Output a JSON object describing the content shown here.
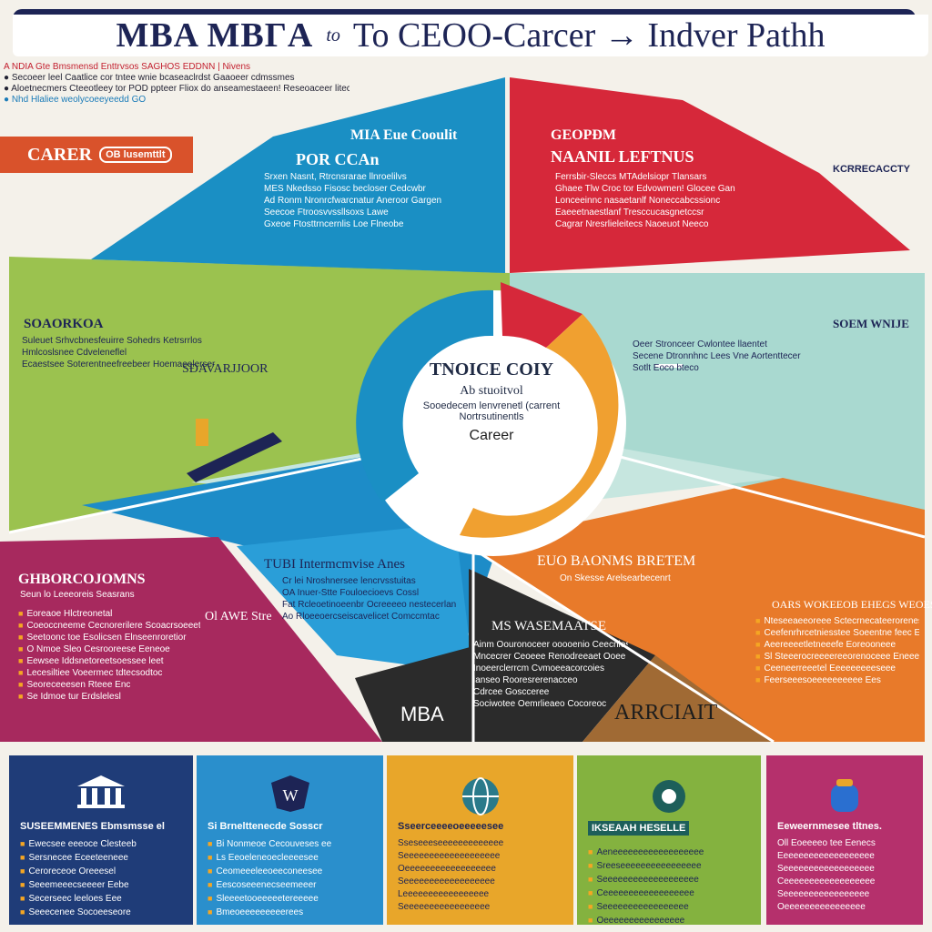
{
  "header": {
    "title_left": "MBA MBΓA",
    "title_mid": "to",
    "title_right": "To CEOO-Carcer → Indver Pathh"
  },
  "intro": {
    "lines": [
      "A NDIA Gte  Bmsmensd Enttrvsos   SAGHOS EDDNN | Nivens",
      "●  Secoeer leel Caatlice cor tntee wnie bcaseaclrdst Gaaoeer cdmssmes",
      "●  Aloetnecmers Cteeotleey tor POD ppteer Fliox do anseamestaeen! Reseoaceer litec",
      "●  Nhd Hlaliee weolycoeeyeedd GO"
    ]
  },
  "career_tag": {
    "label": "CARER",
    "badge": "OB lusemttlt"
  },
  "segments": {
    "blue_top": {
      "title": "MIA Eue Cooulit",
      "subtitle": "POR CCAn",
      "lines": [
        "Srxen Nasnt, Rtrcnsrarae llnroelilvs",
        "MES  Nkedsso  Fisosc becloser Cedcwbr",
        "Ad Ronm Nronrcfwarcnatur Aneroor Gargen",
        "Seecoe Ftroosvvssllsoxs Lawe",
        "Gxeoe Ftosttrncernlis Loe Flneobe"
      ]
    },
    "red_top": {
      "title": "GEOPÐM",
      "subtitle": "NAANIL LEFTNUS",
      "lines": [
        "Ferrsbir-Sleccs MTAdelsiopr Tlansars",
        "Ghaee Tlw Croc tor Edvowmen! Glocee Gan",
        "Lonceeinnc nasaetanlf Noneccabcssionc",
        "Eaeeetnaestlanf Tresccucasgnetccsr",
        "Cagrar Nresrlieleitecs Naoeuot Neeco"
      ],
      "side_tag": "KCRRECACCTY"
    },
    "green_left": {
      "title": "SOAORKOA",
      "lines": [
        "Suleuet Srhvcbnesfeuirre Sohedrs Ketrsrrlos",
        "Hmlcoslsnee Cdveleneflel",
        "Ecaestsee Soterentneefreebeer Hoemaeelerser"
      ],
      "footer": "SÐAVARJJOOR"
    },
    "teal_right": {
      "title": "SOEM WNIJE",
      "lines": [
        "Oeer Stronceer Cwlontee llaentet",
        "Secene Dtronnhnc Lees Vne Aortenttecer",
        "Sotlt Eoco bteco"
      ]
    },
    "center": {
      "heading": "TNOICE COIY",
      "sub": "Ab stuoitvol",
      "line1": "Sooedecem lenvrenetl (carrent",
      "line2": "Nortrsutinentls",
      "label": "Career"
    },
    "blue_mid": {
      "title": "TUBI  Intermcmvise Anes",
      "lines": [
        "Cr  lei Nroshnersee lencrvsstuitas",
        "OA  Inuer-Stte  Fouloecioevs Cossl",
        "Fat Rcleoetinoeenbr Ocreeeeo nestecerlan",
        "Ao  Rloeeoercseiscavelicet Comccmtac"
      ],
      "sub": "Ol AWE Stre"
    },
    "magenta_left": {
      "title": "GHBORCOJOMNS",
      "subtitle": "Seun lo Leeeoreis Seasrans",
      "lines": [
        "Eoreaoe Hlctreonetal",
        "Coeoccneeme Cecnorerilere Scoacrsoeeetog",
        "Seetoonc toe Esolicsen Elnseenroretior",
        "O Nmoe Sleo Cesrooreese Eeneoe",
        "Eewsee Iddsnetoreetsoessee leet",
        "Lecesiltiee Voeermec tdtecsodtoc",
        "Seoreceeesen Rteee Enc",
        "Se Idmoe tur Erdslelesl"
      ]
    },
    "black_center": {
      "title": "MS WASEMAATSE",
      "lines": [
        "Ainm Oouronoceer   ooooenio Ceecnles",
        "Mncecrer Ceoeee Renodreeaet Ooee",
        "Inoeerclerrcm Cvmoeeacorcoies",
        "lanseo Rooresrerenacceo",
        "Cdrcee Goscceree",
        "Sociwotee Oemrlieaeo Cocoreoc"
      ],
      "label": "MBA"
    },
    "orange_right": {
      "title": "EUO  BAONMS BRETEM",
      "subtitle": "On  Skesse Arelsearbecenrt",
      "side_title": "OARS WOKEEOB EHEGS WEOESERSS",
      "lines": [
        "Nteseeaeeoreee Sctecrnecateerorenesrec",
        "Ceefenrhrcetniesstee Soeentne feec Ebe",
        "Aeereeeetletneeefe Eoreooneee",
        "Sl Steeerocreeeereeorenoceee Eneee",
        "Ceeneerreeetel Eeeeeeeeeseee",
        "Feerseeesoeeeeeeeeee Ees"
      ]
    },
    "brown_bottom": {
      "label": "ARRCIAIT"
    }
  },
  "cards": [
    {
      "color": "#1f3c78",
      "title": "SUSEEMMENES Ebmsmsse el",
      "lines": [
        "Ewecsee eeeoce Clesteeb",
        "Sersnecee Eceeteeneee",
        "Ceroreceoe Oreeesel",
        "Seeemeeecseeeer Eebe",
        "Secerseec leeloes Eee",
        "Seeecenee Socoeeseore"
      ]
    },
    {
      "color": "#2a8fcc",
      "title": "Si Brnelttenecde Sosscr",
      "lines": [
        "Bi Nonmeoe Cecouveses ee",
        "Ls Eeoeleneoecleeeesee",
        "Ceomeeeleeoeeconeesee",
        "Eescoseeenecseemeeer",
        "Sleeeetooeeeeetereeeee",
        "Bmeoeeeeeeeeerees"
      ]
    },
    {
      "color": "#e8a62a",
      "title": "Sseerceeeeoeeeeesee",
      "lines": [
        "Sseseeeseeeeeeeeeeeee",
        "Seeeeeeeeeeeeeeeeeee",
        "Oeeeeeeeeeeeeeeeeee",
        "Seeeeeeeeeeeeeeeeee",
        "Leeeeeeeeeeeeeeeee",
        "Seeeeeeeeeeeeeeeee"
      ]
    },
    {
      "color": "#84b23f",
      "title": "IKSEAAH HESELLE",
      "lines": [
        "Aeneeeeeeeeeeeeeeeeee",
        "Sreeseeeeeeeeeeeeeeee",
        "Seeeeeeeeeeeeeeeeeee",
        "Ceeeeeeeeeeeeeeeeee",
        "Seeeeeeeeeeeeeeeee",
        "Oeeeeeeeeeeeeeeee"
      ]
    },
    {
      "color": "#b5306c",
      "title": "Eeweernmesee tltnes.",
      "lines": [
        "Oll Eoeeeeo tee Eenecs",
        "Eeeeeeeeeeeeeeeeeee",
        "Seeeeeeeeeeeeeeeeee",
        "Ceeeeeeeeeeeeeeeeee",
        "Seeeeeeeeeeeeeeeee",
        "Oeeeeeeeeeeeeeeee"
      ]
    }
  ],
  "colors": {
    "blue": "#1a8fc4",
    "red": "#d6283a",
    "green": "#9bc24f",
    "teal": "#a8d8cf",
    "magenta": "#a7295e",
    "orange": "#e87a2a",
    "dark": "#2b2b2b",
    "brown": "#a06a34",
    "navy": "#1d2455"
  },
  "icons": [
    "building-icon",
    "shield-icon",
    "globe-icon",
    "gear-icon",
    "jar-icon",
    "flag-icon",
    "bookmark-icon"
  ]
}
